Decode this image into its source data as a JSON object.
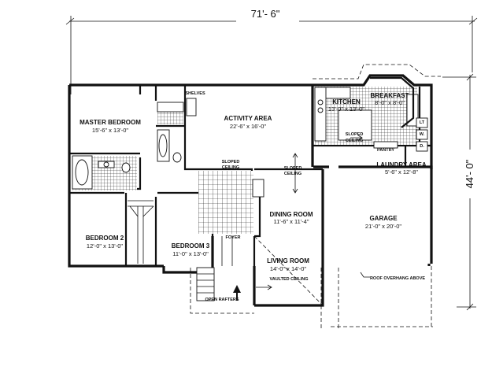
{
  "dimensions": {
    "overall_width": "71'- 6\"",
    "overall_depth": "44'- 0\""
  },
  "rooms": {
    "master_bedroom": {
      "name": "MASTER BEDROOM",
      "size": "15'-6\" x 13'-0\""
    },
    "activity_area": {
      "name": "ACTIVITY AREA",
      "size": "22'-6\" x 16'-0\""
    },
    "kitchen": {
      "name": "KITCHEN",
      "size": "13'-0\" x 13'-0\""
    },
    "breakfast": {
      "name": "BREAKFAST",
      "size": "8'-0\" x 8'-0\""
    },
    "laundry": {
      "name": "LAUNDRY AREA",
      "size": "5'-6\" x 12'-8\""
    },
    "dining_room": {
      "name": "DINING ROOM",
      "size": "11'-6\" x 11'-4\""
    },
    "garage": {
      "name": "GARAGE",
      "size": "21'-0\" x 20'-0\""
    },
    "bedroom2": {
      "name": "BEDROOM 2",
      "size": "12'-0\" x 13'-0\""
    },
    "bedroom3": {
      "name": "BEDROOM 3",
      "size": "11'-0\" x 13'-0\""
    },
    "living_room": {
      "name": "LIVING ROOM",
      "size": "14'-0\" x 14'-0\""
    }
  },
  "notes": {
    "shelves": "SHELVES",
    "sloped_ceiling_kitchen": [
      "SLOPED",
      "CEILING"
    ],
    "pantry": "PANTRY",
    "lt": "LT",
    "washer": "W.",
    "dryer": "D.",
    "sloped_ceiling_activity": [
      "SLOPED",
      "CEILING"
    ],
    "sloped_ceiling_dining": [
      "SLOPED",
      "CEILING"
    ],
    "foyer": "FOYER",
    "vaulted_ceiling": "VAULTED CEILING",
    "roof_overhang": "ROOF OVERHANG ABOVE",
    "open_rafters": "OPEN RAFTERS"
  }
}
